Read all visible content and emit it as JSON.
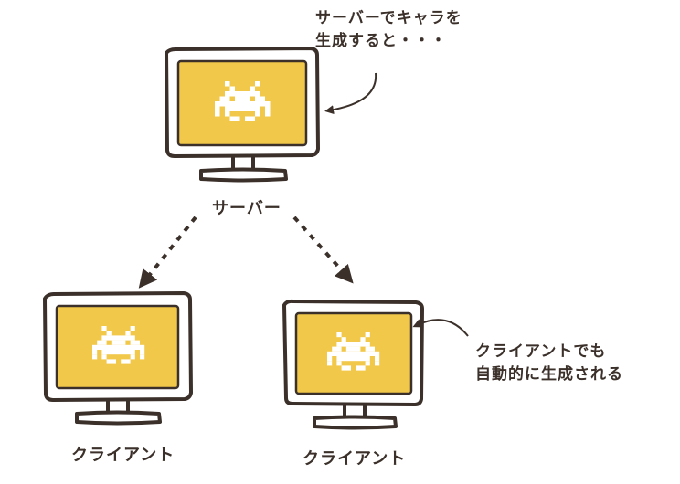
{
  "server": {
    "label": "サーバー",
    "note_line1": "サーバーでキャラを",
    "note_line2": "生成すると・・・"
  },
  "clients": [
    {
      "label": "クライアント"
    },
    {
      "label": "クライアント"
    }
  ],
  "client_note": {
    "line1": "クライアントでも",
    "line2": "自動的に生成される"
  },
  "colors": {
    "screen": "#f2c84b",
    "outline": "#3b302a",
    "monitor_fill": "#ffffff",
    "invader": "#ffffff",
    "arrow": "#3b302a"
  },
  "icons": {
    "monitor": "monitor-icon",
    "character": "space-invader-icon"
  }
}
